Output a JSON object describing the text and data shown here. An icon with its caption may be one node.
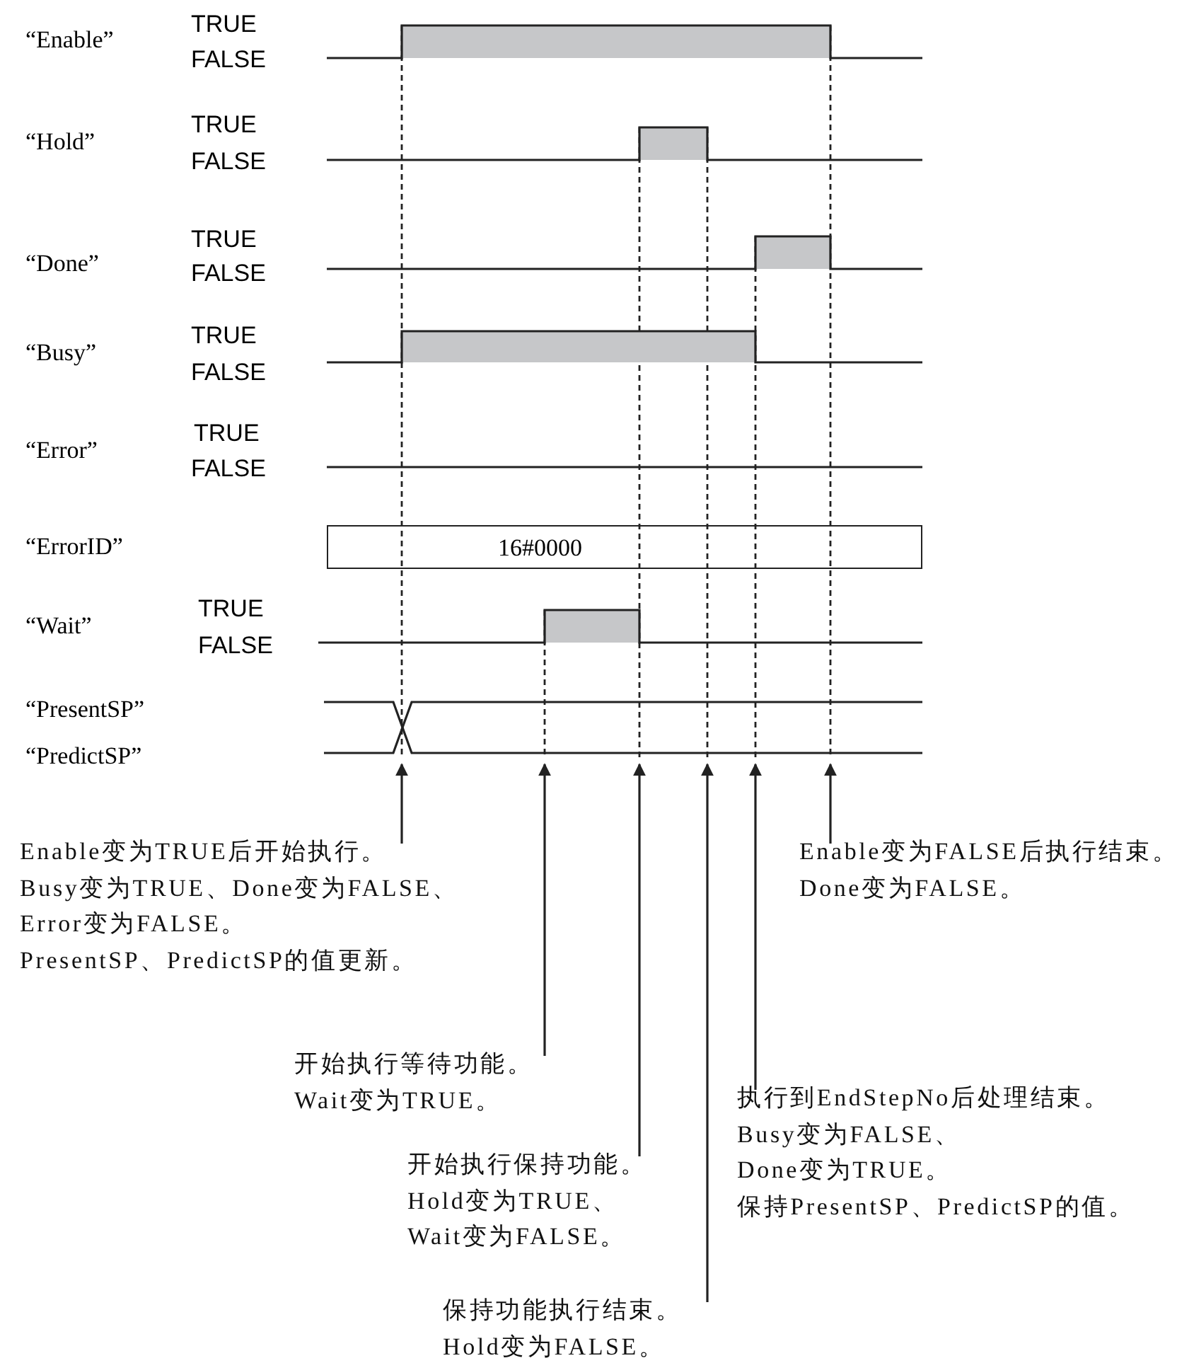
{
  "diagram": {
    "nodes": [
      {
        "text": [
          "16#0000"
        ]
      },
      {
        "text": [
          "Enable变为TRUE后开始执行。",
          "Busy变为TRUE、Done变为FALSE、",
          "Error变为FALSE。",
          "PresentSP、PredictSP的值更新。"
        ]
      },
      {
        "text": [
          "开始执行等待功能。",
          "Wait变为TRUE。"
        ]
      },
      {
        "text": [
          "开始执行保持功能。",
          "Hold变为TRUE、",
          "Wait变为FALSE。"
        ]
      },
      {
        "text": [
          "保持功能执行结束。",
          "Hold变为FALSE。"
        ]
      },
      {
        "text": [
          "执行到EndStepNo后处理结束。",
          "Busy变为FALSE、",
          "Done变为TRUE。",
          "保持PresentSP、PredictSP的值。"
        ]
      },
      {
        "text": [
          "Enable变为FALSE后执行结束。",
          "Done变为FALSE。"
        ]
      }
    ],
    "edges": [
      {
        "from": 1,
        "to": null,
        "arrow": "to"
      },
      {
        "from": 2,
        "to": null,
        "arrow": "to"
      },
      {
        "from": 3,
        "to": null,
        "arrow": "to"
      },
      {
        "from": 4,
        "to": null,
        "arrow": "to"
      },
      {
        "from": 5,
        "to": null,
        "arrow": "to"
      },
      {
        "from": 6,
        "to": null,
        "arrow": "to"
      }
    ],
    "labels": [
      "“Enable”",
      "TRUE",
      "FALSE",
      "“Hold”",
      "TRUE",
      "FALSE",
      "“Done”",
      "TRUE",
      "FALSE",
      "“Busy”",
      "TRUE",
      "FALSE",
      "“Error”",
      "TRUE",
      "FALSE",
      "“ErrorID”",
      "“Wait”",
      "TRUE",
      "FALSE",
      "“PresentSP”",
      "“PredictSP”"
    ]
  }
}
